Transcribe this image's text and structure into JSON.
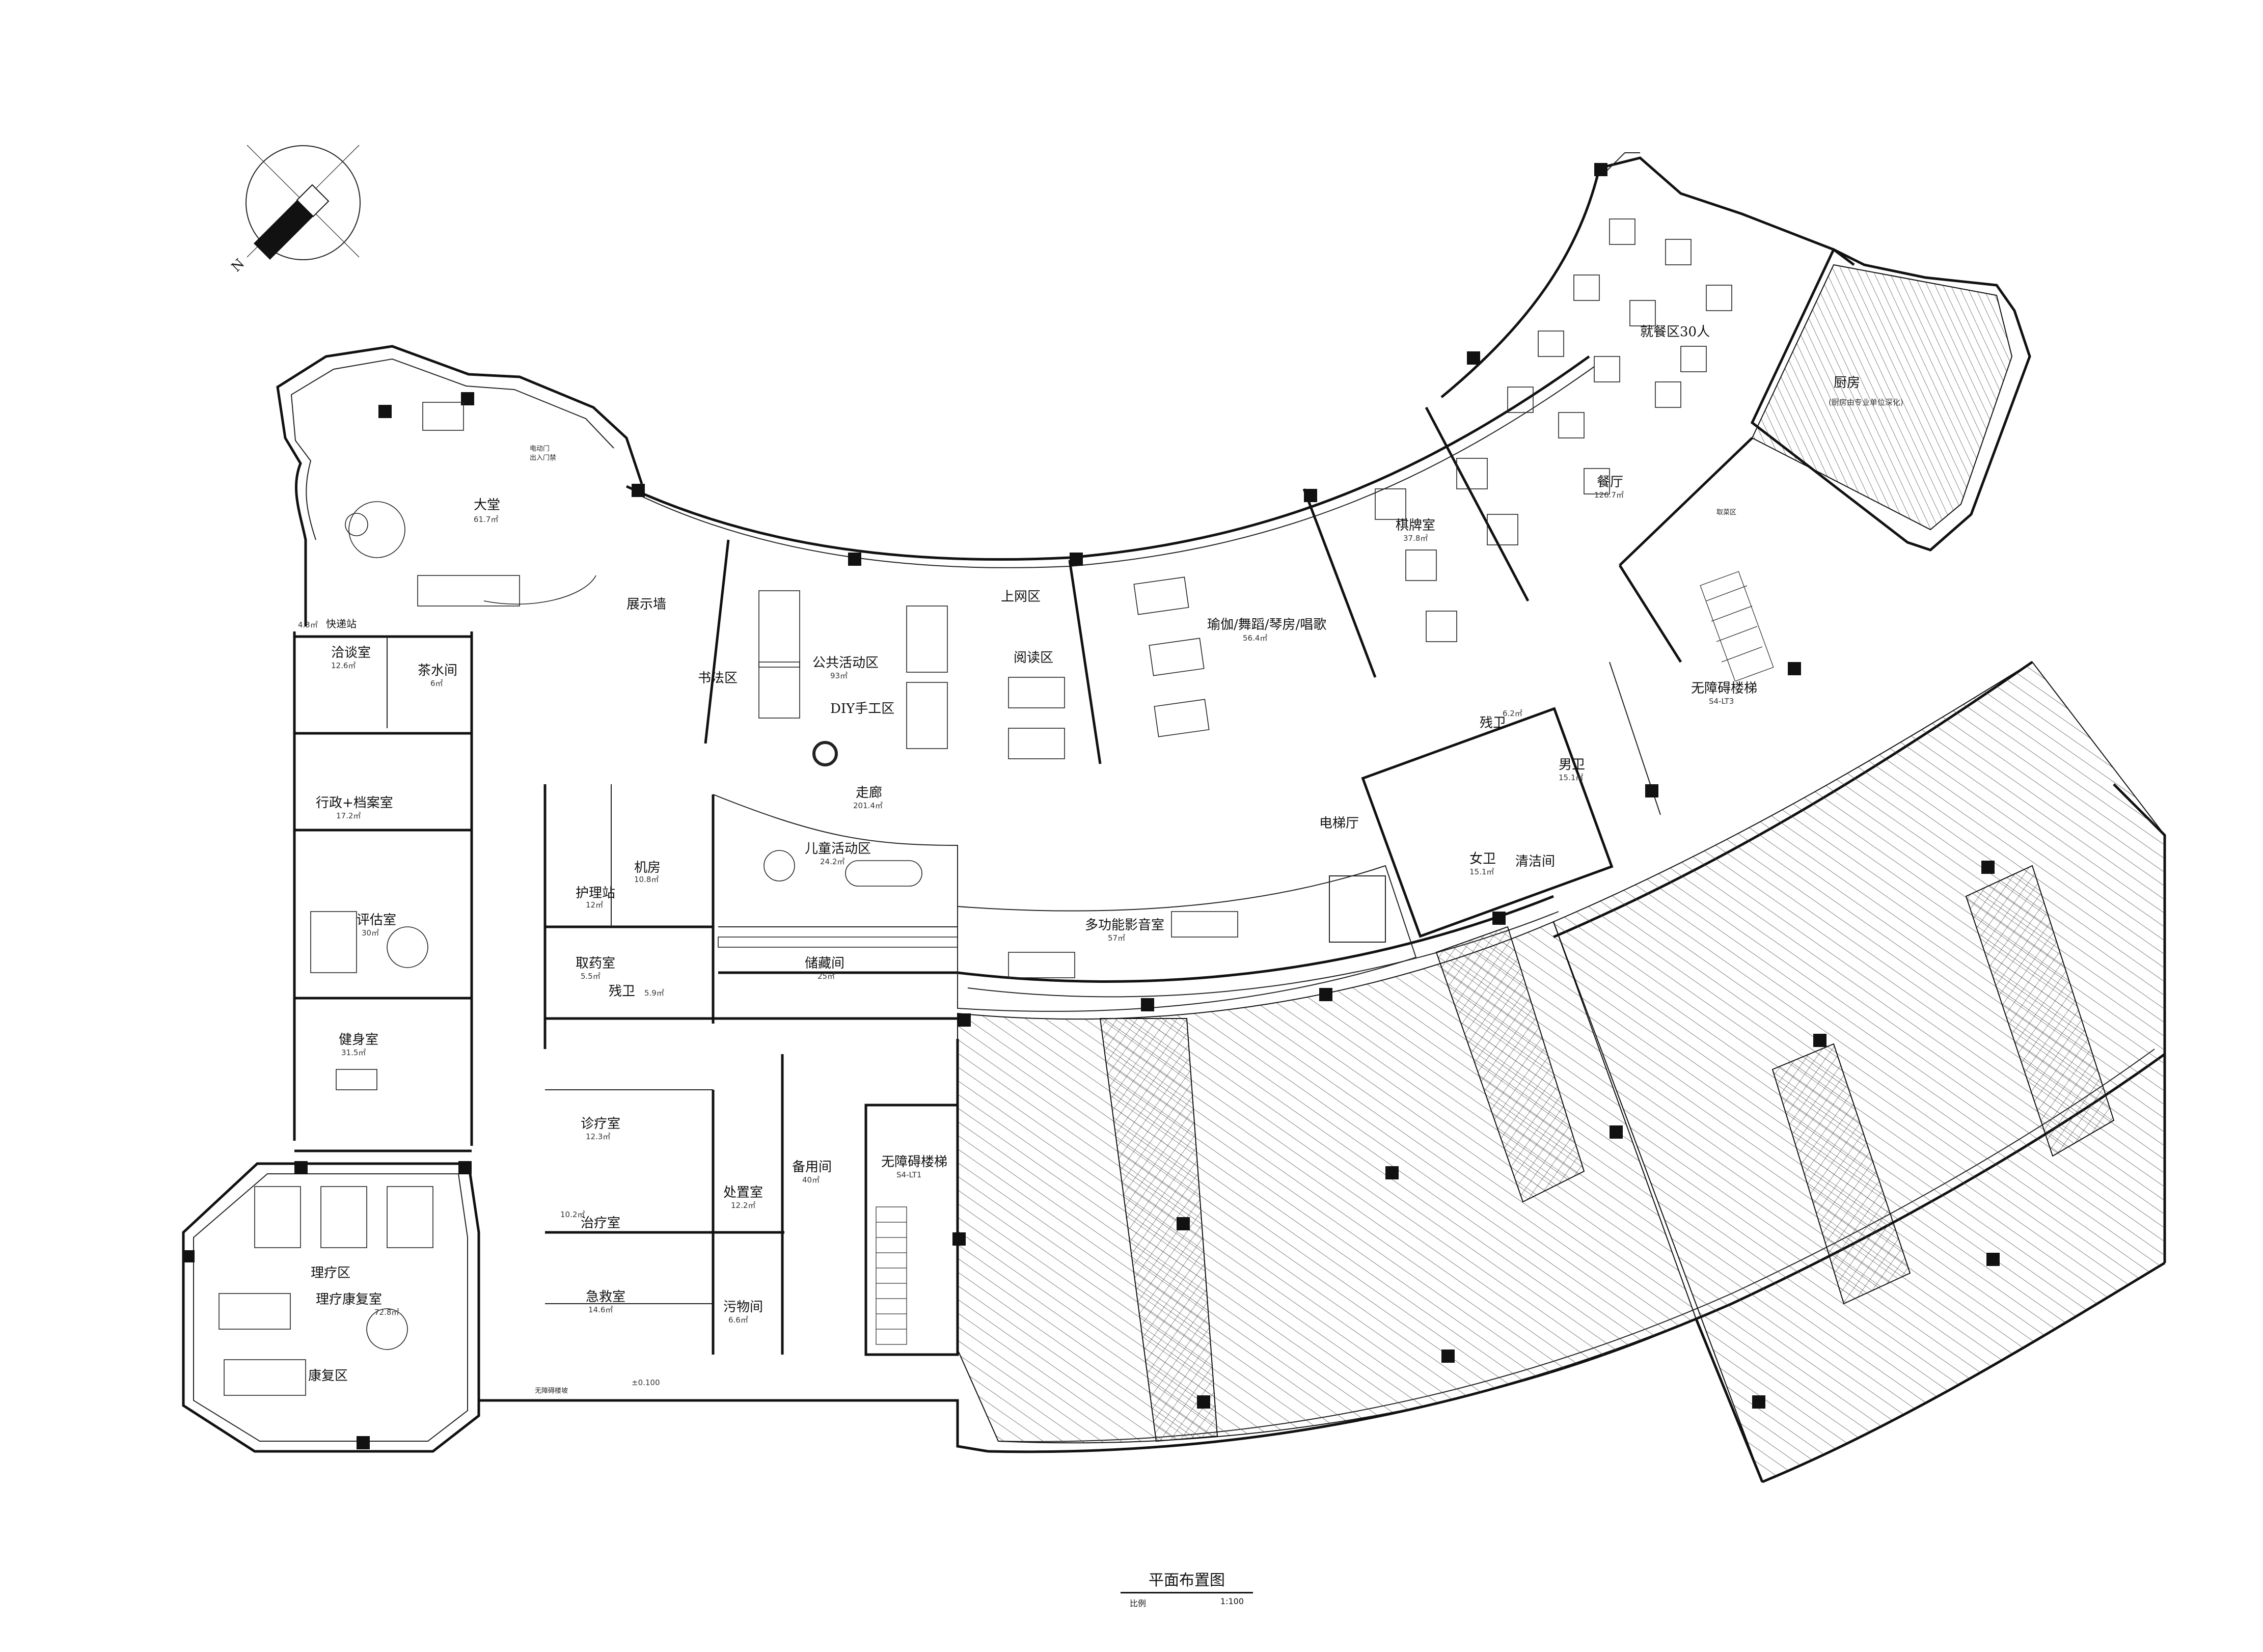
{
  "compass": {
    "label": "N"
  },
  "rooms": {
    "lobby": {
      "name": "大堂",
      "area": "61.7㎡"
    },
    "door": {
      "name": "电动门",
      "sub": "出入门禁"
    },
    "courier": {
      "name": "快递站",
      "area": "4.3㎡"
    },
    "consult": {
      "name": "洽谈室",
      "area": "12.6㎡"
    },
    "tea": {
      "name": "茶水间",
      "area": "6㎡"
    },
    "display": {
      "name": "展示墙"
    },
    "calligraphy": {
      "name": "书法区"
    },
    "public": {
      "name": "公共活动区",
      "area": "93㎡"
    },
    "diy": {
      "name": "DIY手工区"
    },
    "internet": {
      "name": "上网区"
    },
    "reading": {
      "name": "阅读区"
    },
    "yoga": {
      "name": "瑜伽/舞蹈/琴房/唱歌",
      "area": "56.4㎡"
    },
    "chess": {
      "name": "棋牌室",
      "area": "37.8㎡"
    },
    "dining_area": {
      "name": "就餐区30人"
    },
    "restaurant": {
      "name": "餐厅",
      "area": "126.7㎡"
    },
    "kitchen": {
      "name": "厨房",
      "sub": "(厨房由专业单位深化)"
    },
    "meal_pickup": {
      "name": "取菜区"
    },
    "stair_right": {
      "name": "无障碍楼梯",
      "code": "S4-LT3"
    },
    "admin": {
      "name": "行政+档案室",
      "area": "17.2㎡"
    },
    "corridor": {
      "name": "走廊",
      "area": "201.4㎡"
    },
    "nurse": {
      "name": "护理站",
      "area": "12㎡"
    },
    "machine": {
      "name": "机房",
      "area": "10.8㎡"
    },
    "kids": {
      "name": "儿童活动区",
      "area": "24.2㎡"
    },
    "cinema": {
      "name": "多功能影音室",
      "area": "57㎡"
    },
    "elevator_hall": {
      "name": "电梯厅"
    },
    "disabled_wc": {
      "name": "残卫",
      "area": "6.2㎡"
    },
    "male_wc": {
      "name": "男卫",
      "area": "15.1㎡"
    },
    "female_wc": {
      "name": "女卫",
      "area": "15.1㎡"
    },
    "cleaning": {
      "name": "清洁间"
    },
    "assessment": {
      "name": "评估室",
      "area": "30㎡"
    },
    "pharmacy": {
      "name": "取药室",
      "area": "5.5㎡"
    },
    "nurse_wc": {
      "name": "残卫",
      "area": "5.9㎡"
    },
    "storage": {
      "name": "储藏间",
      "area": "25㎡"
    },
    "gym": {
      "name": "健身室",
      "area": "31.5㎡"
    },
    "clinic": {
      "name": "诊疗室",
      "area": "12.3㎡"
    },
    "treatment": {
      "name": "治疗室",
      "area": "10.2㎡"
    },
    "disposal": {
      "name": "处置室",
      "area": "12.2㎡"
    },
    "emergency": {
      "name": "急救室",
      "area": "14.6㎡"
    },
    "dirty": {
      "name": "污物间",
      "area": "6.6㎡"
    },
    "spare": {
      "name": "备用间",
      "area": "40㎡"
    },
    "stair_mid": {
      "name": "无障碍楼梯",
      "code": "S4-LT1"
    },
    "physio_zone": {
      "name": "理疗区"
    },
    "physio_room": {
      "name": "理疗康复室",
      "area": "72.8㎡"
    },
    "rehab": {
      "name": "康复区"
    },
    "ramp": {
      "name": "无障碍楼坡"
    },
    "level": {
      "name": "±0.100"
    }
  },
  "title_block": {
    "title": "平面布置图",
    "scale_label": "比例",
    "scale_value": "1:100"
  },
  "colors": {
    "line": "#111111",
    "background": "#ffffff",
    "hatch": "#444444"
  }
}
